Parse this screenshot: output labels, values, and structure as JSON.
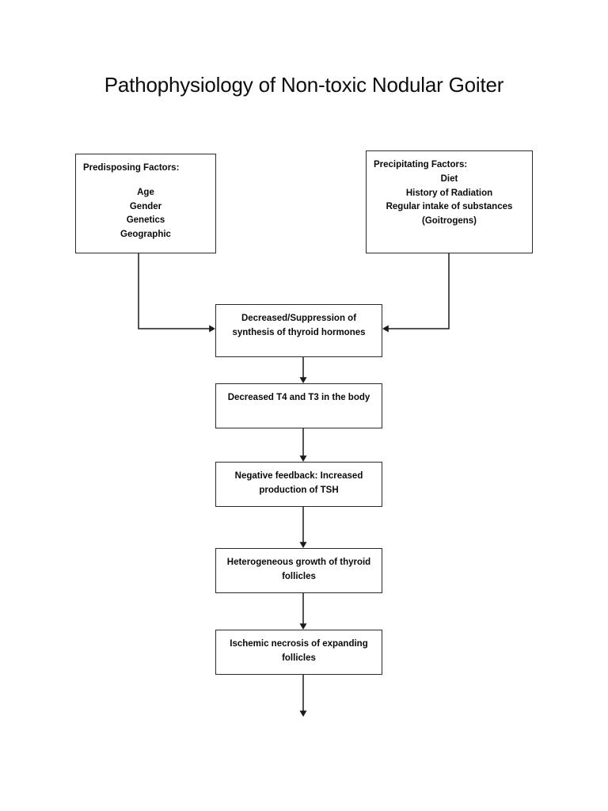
{
  "page": {
    "title": "Pathophysiology of Non-toxic Nodular Goiter",
    "background_color": "#ffffff",
    "line_color": "#2b2b2b",
    "text_color": "#0a0a0a"
  },
  "diagram": {
    "type": "flowchart",
    "orientation": "top-to-bottom",
    "nodes": {
      "predisposing": {
        "heading": "Predisposing Factors:",
        "items": [
          "Age",
          "Gender",
          "Genetics",
          "Geographic"
        ]
      },
      "precipitating": {
        "heading": "Precipitating Factors:",
        "items": [
          "Diet",
          "History of Radiation",
          "Regular intake of substances",
          "(Goitrogens)"
        ]
      },
      "decreased_synthesis": {
        "line1": "Decreased/Suppression of",
        "line2": "synthesis of thyroid hormones"
      },
      "decreased_t4t3": {
        "line1": "Decreased T4 and T3 in the body"
      },
      "negative_feedback": {
        "line1": "Negative feedback: Increased",
        "line2": "production of TSH"
      },
      "hetero_growth": {
        "line1": "Heterogeneous growth of thyroid",
        "line2": "follicles"
      },
      "ischemic_necrosis": {
        "line1": "Ischemic necrosis of expanding",
        "line2": "follicles"
      }
    },
    "connectors": [
      {
        "name": "predisposing-to-decreased-synthesis",
        "from": "predisposing",
        "to": "decreased_synthesis",
        "style": "elbow-right-arrow"
      },
      {
        "name": "precipitating-to-decreased-synthesis",
        "from": "precipitating",
        "to": "decreased_synthesis",
        "style": "elbow-left-arrow"
      },
      {
        "name": "decreased-synthesis-to-decreased-t4t3",
        "from": "decreased_synthesis",
        "to": "decreased_t4t3",
        "style": "vertical-arrow"
      },
      {
        "name": "decreased-t4t3-to-negative-feedback",
        "from": "decreased_t4t3",
        "to": "negative_feedback",
        "style": "vertical-arrow"
      },
      {
        "name": "negative-feedback-to-hetero-growth",
        "from": "negative_feedback",
        "to": "hetero_growth",
        "style": "vertical-arrow"
      },
      {
        "name": "hetero-growth-to-ischemic-necrosis",
        "from": "hetero_growth",
        "to": "ischemic_necrosis",
        "style": "vertical-arrow"
      },
      {
        "name": "ischemic-necrosis-outflow",
        "from": "ischemic_necrosis",
        "to": null,
        "style": "vertical-arrow-open-end"
      }
    ]
  }
}
